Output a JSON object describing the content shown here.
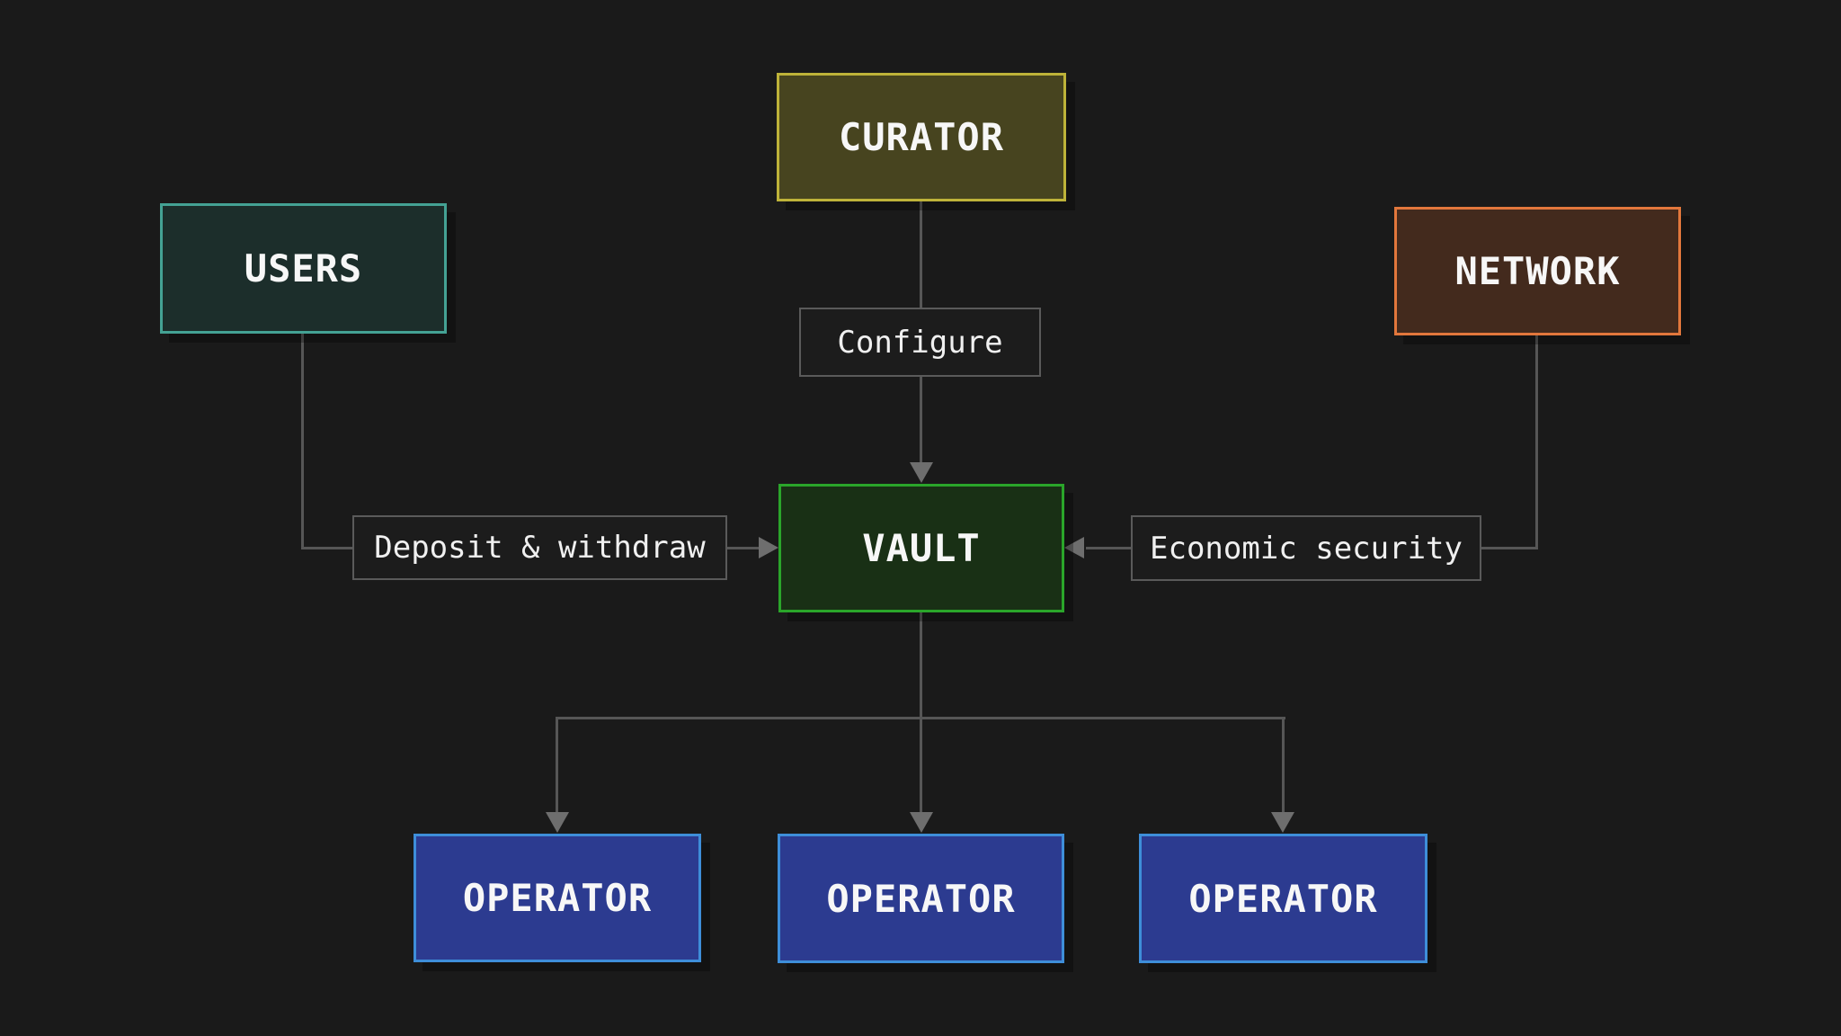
{
  "nodes": {
    "curator": {
      "label": "CURATOR"
    },
    "users": {
      "label": "USERS"
    },
    "network": {
      "label": "NETWORK"
    },
    "vault": {
      "label": "VAULT"
    },
    "operator1": {
      "label": "OPERATOR"
    },
    "operator2": {
      "label": "OPERATOR"
    },
    "operator3": {
      "label": "OPERATOR"
    }
  },
  "edge_labels": {
    "configure": "Configure",
    "deposit": "Deposit & withdraw",
    "economic": "Economic security"
  },
  "edges": [
    {
      "from": "CURATOR",
      "to": "VAULT",
      "label": "Configure"
    },
    {
      "from": "USERS",
      "to": "VAULT",
      "label": "Deposit & withdraw"
    },
    {
      "from": "NETWORK",
      "to": "VAULT",
      "label": "Economic security"
    },
    {
      "from": "VAULT",
      "to": "OPERATOR",
      "label": ""
    },
    {
      "from": "VAULT",
      "to": "OPERATOR",
      "label": ""
    },
    {
      "from": "VAULT",
      "to": "OPERATOR",
      "label": ""
    }
  ],
  "colors": {
    "background": "#1a1a1a",
    "connector": "#565656",
    "arrowhead": "#6e6e6e",
    "label_bg": "#1c1c1c",
    "label_border": "#5a5a5a",
    "text": "#f7f7f7",
    "curator_bg": "#47441f",
    "curator_border": "#beb339",
    "users_bg": "#1c2e2b",
    "users_border": "#44a294",
    "network_bg": "#432a1d",
    "network_border": "#e2773c",
    "vault_bg": "#193015",
    "vault_border": "#2aa52a",
    "operator_bg": "#2c3b90",
    "operator_border": "#3e8ed9"
  }
}
